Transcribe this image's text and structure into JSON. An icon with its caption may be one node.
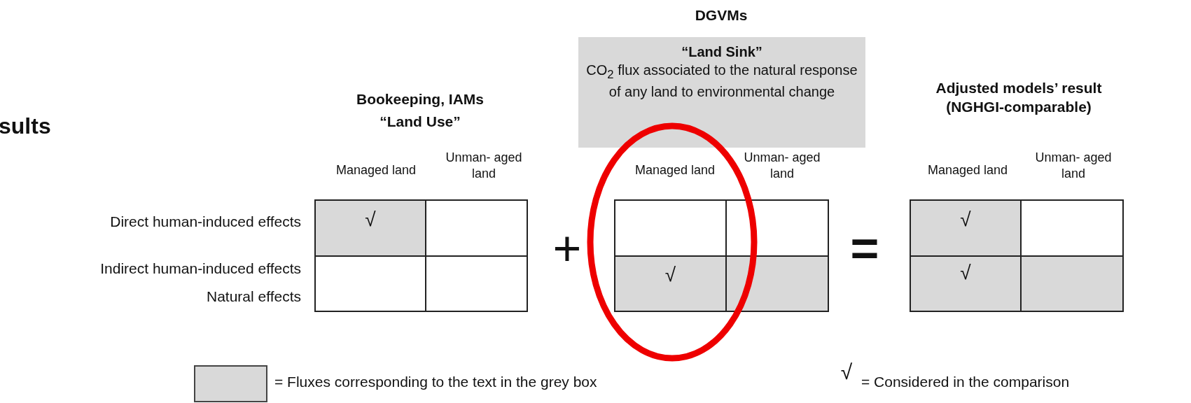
{
  "diagram": {
    "nodes": [
      {
        "text": [
          "“Land Sink”",
          "CO$_{2}$ flux associated to the natural response of any land to environmental change"
        ]
      }
    ],
    "labels": [
      "sults",
      "DGVMs",
      "Bookeeping, IAMs",
      "“Land Use”",
      "Adjusted models’ result (NGHGI-comparable)",
      "Managed land",
      "Unman- aged land",
      "Managed land",
      "Unman- aged land",
      "Managed land",
      "Unman- aged land",
      "Direct human-induced effects",
      "√",
      "+",
      "=",
      "√",
      "Indirect human-induced effects",
      "√",
      "√",
      "Natural effects",
      "√"
    ],
    "legend": [
      {
        "text": "= Fluxes corresponding to the text in the grey box",
        "color": "#d9d9d9"
      },
      {
        "text": "= Considered in the comparison"
      }
    ]
  }
}
